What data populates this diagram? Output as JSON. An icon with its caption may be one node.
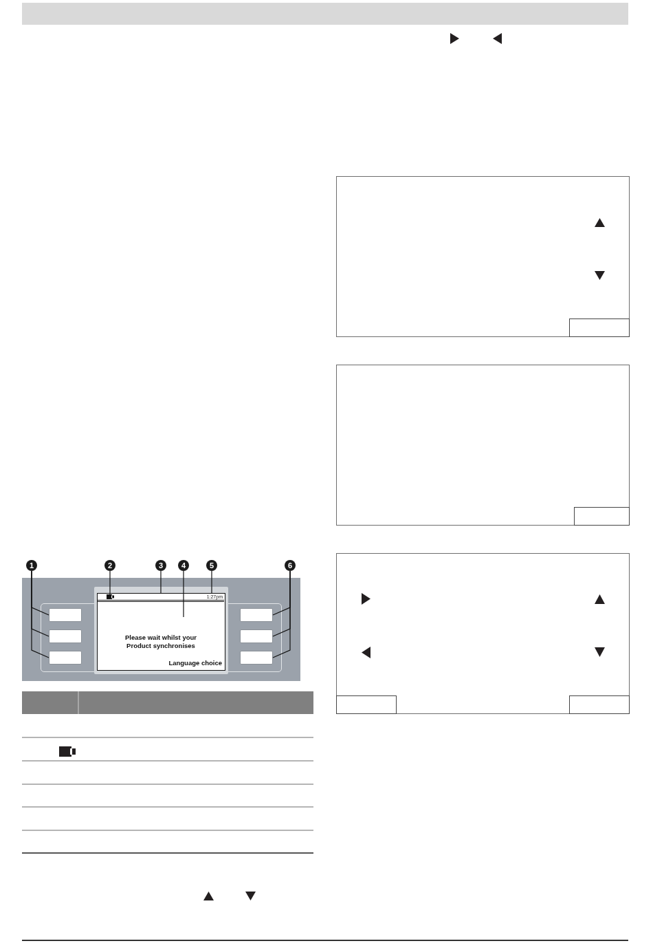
{
  "diagram": {
    "nodes": [
      {
        "text": [
          "1"
        ]
      },
      {
        "text": [
          "2"
        ]
      },
      {
        "text": [
          "3"
        ]
      },
      {
        "text": [
          "4"
        ]
      },
      {
        "text": [
          "5"
        ]
      },
      {
        "text": [
          "6"
        ]
      },
      {
        "text": [
          "Please wait whilst your Product synchronises",
          "Language choice"
        ]
      },
      {
        "text": [],
        "shape": "bar",
        "in": 6
      },
      {
        "text": [],
        "shape": "battery",
        "in": 7
      },
      {
        "text": [
          "1:27pm"
        ],
        "in": 7
      },
      {
        "text": [],
        "shape": "box"
      },
      {
        "text": [],
        "shape": "box"
      },
      {
        "text": [],
        "shape": "box"
      },
      {
        "text": [],
        "shape": "box"
      },
      {
        "text": [],
        "shape": "box"
      },
      {
        "text": [],
        "shape": "box"
      }
    ],
    "edges": [
      {
        "from": 0,
        "to": 10,
        "arrow": "none"
      },
      {
        "from": 0,
        "to": 11,
        "arrow": "none"
      },
      {
        "from": 0,
        "to": 12,
        "arrow": "none"
      },
      {
        "from": 1,
        "to": 8,
        "arrow": "none"
      },
      {
        "from": 2,
        "to": 7,
        "arrow": "none"
      },
      {
        "from": 3,
        "to": null,
        "arrow": "none"
      },
      {
        "from": 4,
        "to": 9,
        "arrow": "none"
      },
      {
        "from": 5,
        "to": 13,
        "arrow": "none"
      },
      {
        "from": 5,
        "to": 14,
        "arrow": "none"
      },
      {
        "from": 5,
        "to": 15,
        "arrow": "none"
      }
    ]
  }
}
